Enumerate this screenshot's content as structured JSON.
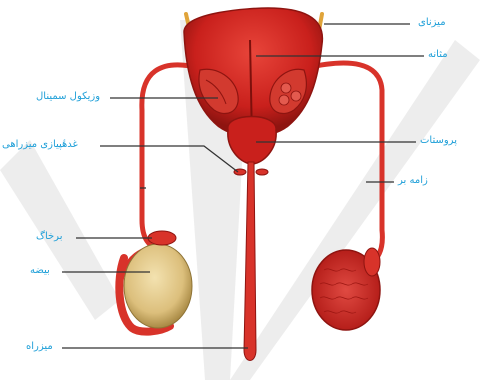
{
  "diagram": {
    "labels": {
      "ureter": "میزنای",
      "bladder": "مثانه",
      "seminal_vesicle": "وزیکول سمینال",
      "bulbourethral_gland": "غدهٔپیازی میزراهی",
      "prostate": "پروستات",
      "vas_deferens": "زامه بر",
      "epididymis": "برخاگ",
      "testis": "بیضه",
      "urethra": "میزراه"
    }
  },
  "colors": {
    "organ_red": "#c9201c",
    "organ_dark": "#8e1410",
    "duct_red": "#d8332a",
    "testis_tan": "#e3c98a",
    "label_blue": "#1e9fd8",
    "leader_line": "#333333",
    "watermark_gray": "#e6e6e6"
  }
}
